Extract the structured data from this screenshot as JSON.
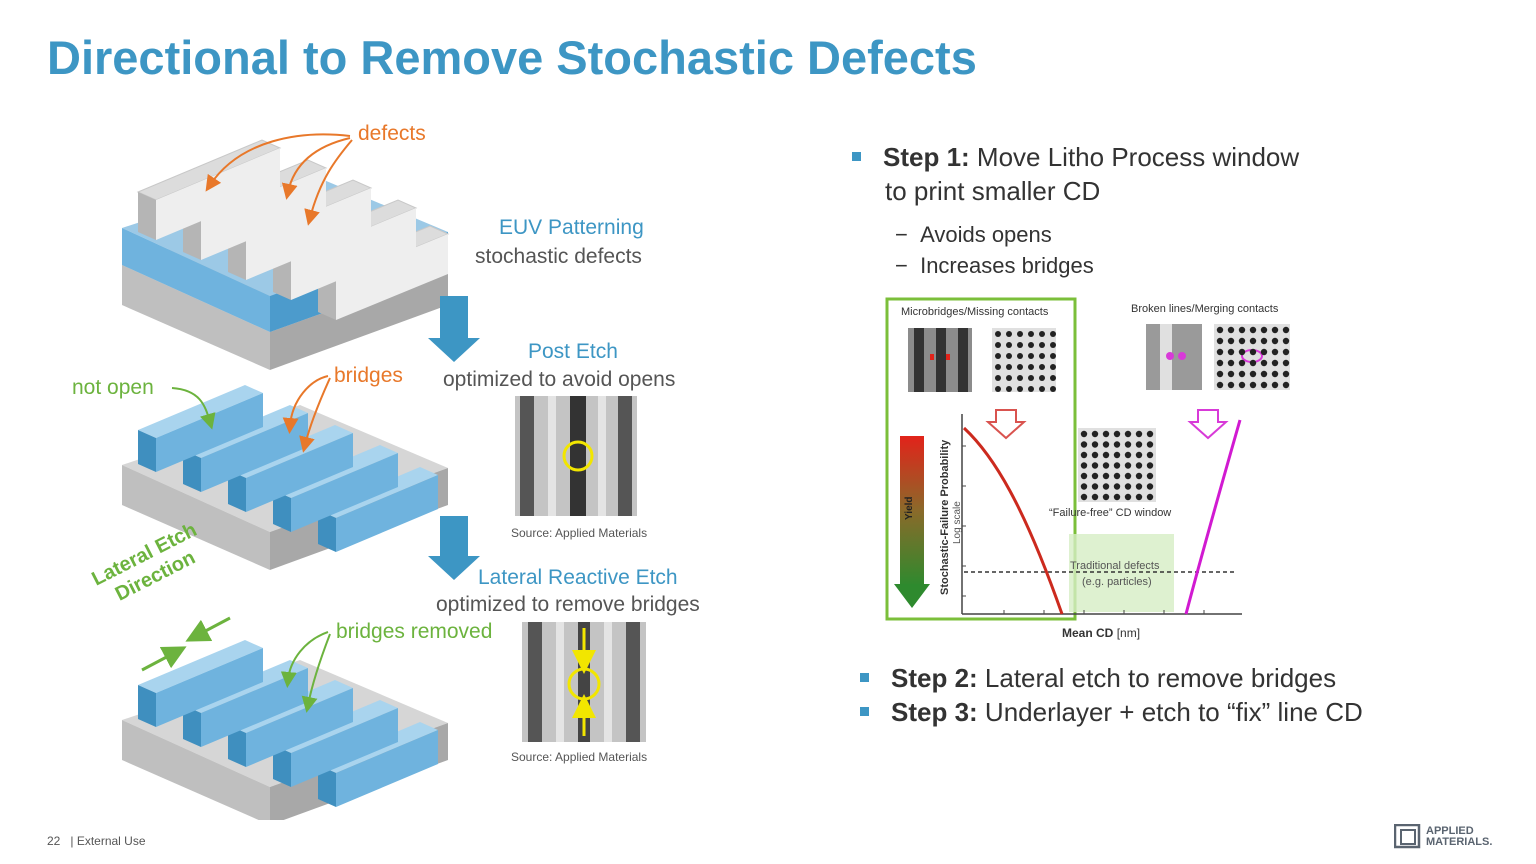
{
  "slide": {
    "title": "Directional to Remove Stochastic Defects",
    "footer_page": "22",
    "footer_text": "| External Use",
    "logo_line1": "APPLIED",
    "logo_line2": "MATERIALS."
  },
  "left_diagram": {
    "defects_label": "defects",
    "euv_title": "EUV Patterning",
    "euv_subtitle": "stochastic defects",
    "not_open_label": "not open",
    "bridges_label": "bridges",
    "post_etch_title": "Post Etch",
    "post_etch_subtitle": "optimized to avoid opens",
    "source_1": "Source: Applied Materials",
    "lateral_title": "Lateral Reactive Etch",
    "lateral_subtitle": "optimized to remove bridges",
    "lateral_dir_line1": "Lateral Etch",
    "lateral_dir_line2": "Direction",
    "bridges_removed_label": "bridges removed",
    "source_2": "Source: Applied Materials"
  },
  "steps": {
    "step1_bold": "Step 1:",
    "step1_text": " Move Litho Process window",
    "step1_text2": "to print smaller CD",
    "sub1": "Avoids opens",
    "sub2": "Increases bridges",
    "step2_bold": "Step 2:",
    "step2_text": " Lateral etch to remove bridges",
    "step3_bold": "Step 3:",
    "step3_text": " Underlayer + etch to “fix” line CD"
  },
  "failure_chart": {
    "left_panel_label": "Microbridges/Missing contacts",
    "right_panel_label": "Broken lines/Merging contacts",
    "ylabel": "Stochastic-Failure Probability",
    "ylabel_scale": "Log scale",
    "yield_label": "Yield",
    "window_label": "“Failure-free” CD window",
    "traditional_line1": "Traditional defects",
    "traditional_line2": "(e.g. particles)",
    "xlabel_bold": "Mean CD",
    "xlabel_unit": "[nm]"
  },
  "colors": {
    "title_blue": "#3d96c4",
    "orange": "#e8782a",
    "green": "#6cb33e",
    "yellow": "#f2e600"
  }
}
